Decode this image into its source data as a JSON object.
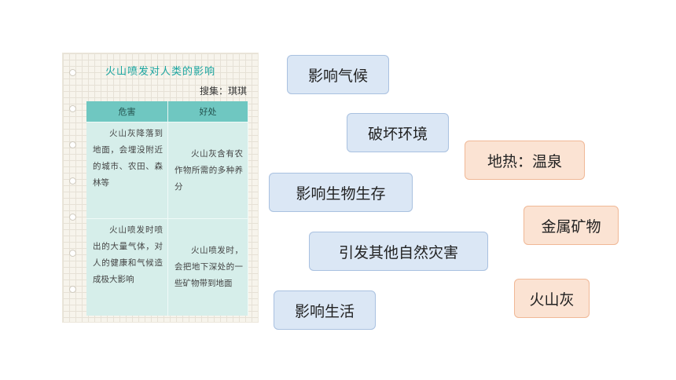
{
  "note": {
    "title": "火山喷发对人类的影响",
    "author": "搜集：琪琪",
    "headers": {
      "harm": "危害",
      "benefit": "好处"
    },
    "rows": [
      {
        "harm": "火山灰降落到地面，会埋没附近的城市、农田、森林等",
        "benefit": "火山灰含有农作物所需的多种养分"
      },
      {
        "harm": "火山喷发时喷出的大量气体，对人的健康和气候造成极大影响",
        "benefit": "火山喷发时，会把地下深处的一些矿物带到地面"
      }
    ]
  },
  "chips": {
    "climate": "影响气候",
    "environment": "破坏环境",
    "organisms": "影响生物生存",
    "disasters": "引发其他自然灾害",
    "life": "影响生活",
    "geothermal": "地热：温泉",
    "minerals": "金属矿物",
    "ash": "火山灰"
  },
  "colors": {
    "blue_chip": "#dbe7f5",
    "orange_chip": "#fbe3d3",
    "teal_header": "#6fc7c1",
    "teal_cell": "#d6eeea",
    "title": "#1aa5a0"
  }
}
